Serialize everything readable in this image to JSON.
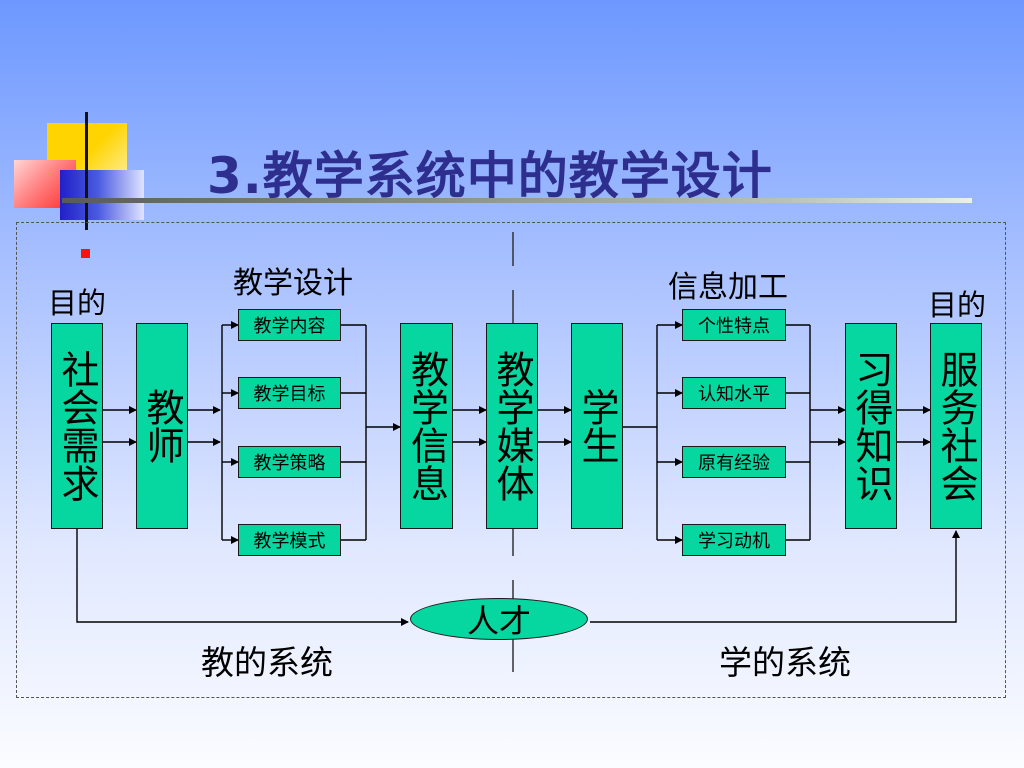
{
  "title": "3.教学系统中的教学设计",
  "labels": {
    "goal_left": "目的",
    "goal_right": "目的",
    "instructional_design": "教学设计",
    "info_processing": "信息加工",
    "teaching_system": "教的系统",
    "learning_system": "学的系统"
  },
  "boxes": {
    "social_needs": "社会需求",
    "teacher": "教师",
    "teaching_info": "教学信息",
    "teaching_media": "教学媒体",
    "student": "学生",
    "acquired_knowledge": "习得知识",
    "serve_society": "服务社会"
  },
  "design_items": [
    "教学内容",
    "教学目标",
    "教学策略",
    "教学模式"
  ],
  "process_items": [
    "个性特点",
    "认知水平",
    "原有经验",
    "学习动机"
  ],
  "talent": "人才",
  "colors": {
    "box_fill": "#06d6a0",
    "title": "#2e2e8f"
  }
}
